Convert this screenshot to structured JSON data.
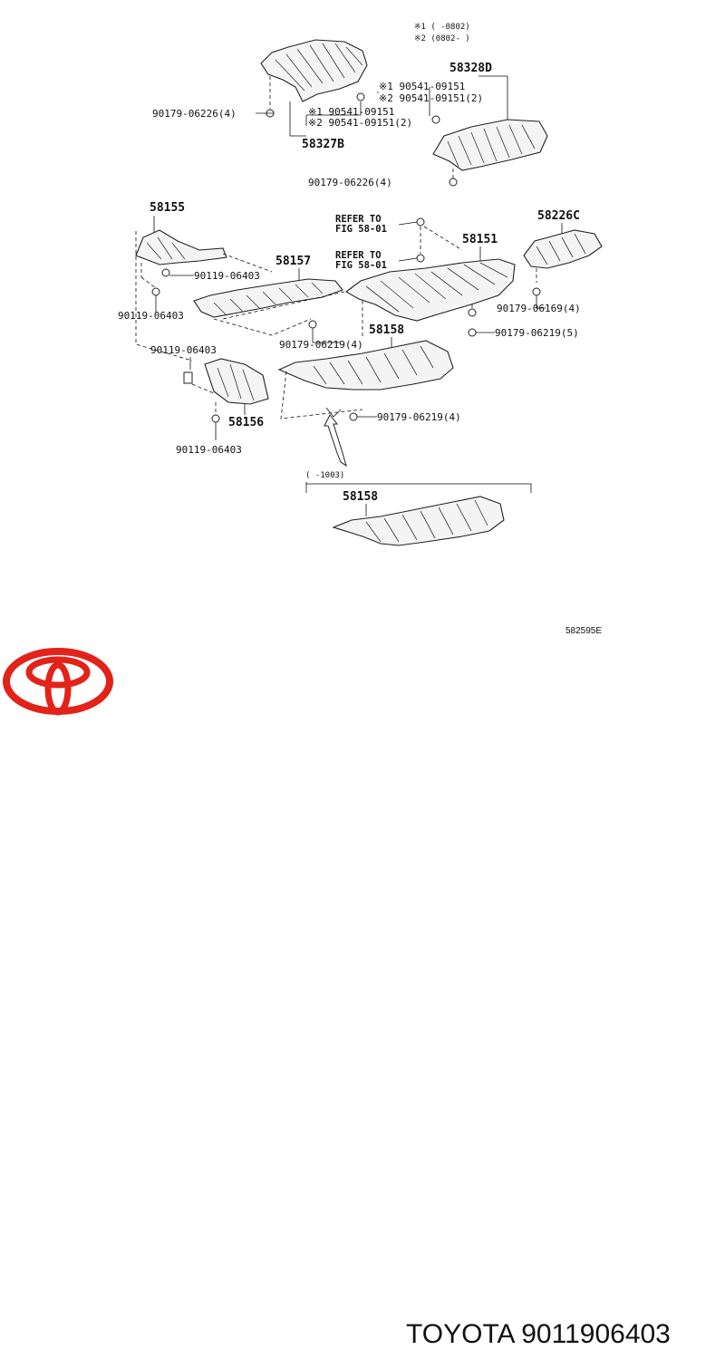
{
  "diagram": {
    "parts": {
      "p58328D": "58328D",
      "p58327B": "58327B",
      "p58155": "58155",
      "p58157": "58157",
      "p58151": "58151",
      "p58226C": "58226C",
      "p58158a": "58158",
      "p58156": "58156",
      "p58158b": "58158"
    },
    "fasteners": {
      "f1": "90179-06226(4)",
      "f2": "90179-06226(4)",
      "f3a": "※1 90541-09151",
      "f3b": "※2 90541-09151(2)",
      "f4a": "※1 90541-09151",
      "f4b": "※2 90541-09151(2)",
      "f5": "90119-06403",
      "f6": "90119-06403",
      "f7": "90179-06219(4)",
      "f8": "90179-06169(4)",
      "f9": "90179-06219(5)",
      "f10": "90119-06403",
      "f11": "90179-06219(4)",
      "f12": "90119-06403"
    },
    "refers": {
      "r1a": "REFER TO",
      "r1b": "FIG 58-01",
      "r2a": "REFER TO",
      "r2b": "FIG 58-01"
    },
    "notes": {
      "n1": "※1 (      -0802)",
      "n2": "※2 (0802-      )",
      "range": "(      -1003)"
    },
    "drawing_code": "582595E"
  },
  "brand": {
    "text": "TOYOTA 9011906403",
    "logo_color": "#e2231a"
  }
}
